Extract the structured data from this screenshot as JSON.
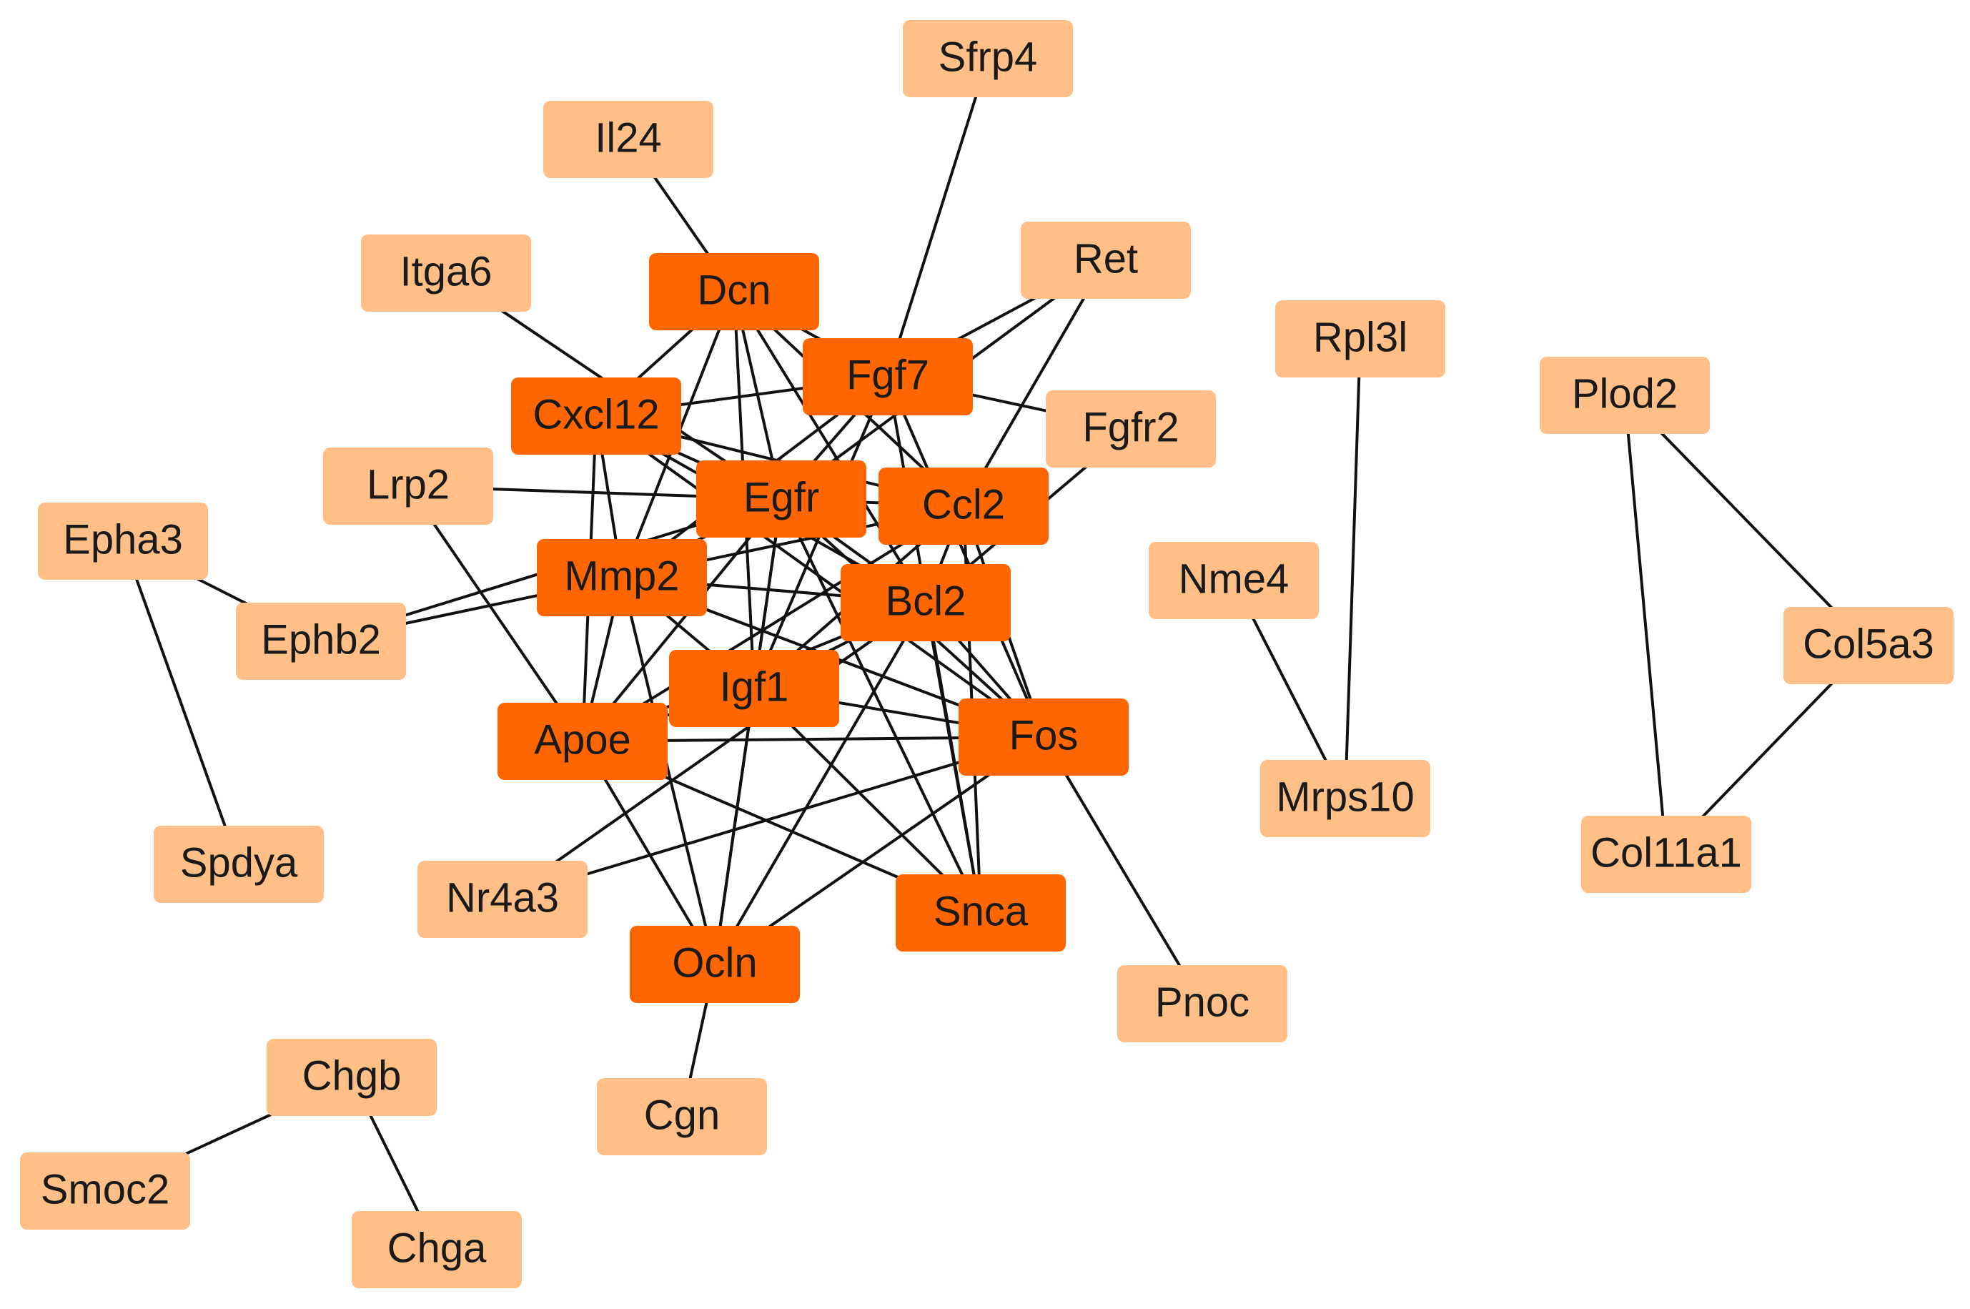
{
  "colors": {
    "hub": "#ff6600",
    "peripheral": "#ffbf86",
    "edge": "#111111",
    "text": "#1a1a1a"
  },
  "nodes": [
    {
      "id": "Sfrp4",
      "label": "Sfrp4",
      "type": "peripheral"
    },
    {
      "id": "Il24",
      "label": "Il24",
      "type": "peripheral"
    },
    {
      "id": "Ret",
      "label": "Ret",
      "type": "peripheral"
    },
    {
      "id": "Itga6",
      "label": "Itga6",
      "type": "peripheral"
    },
    {
      "id": "Dcn",
      "label": "Dcn",
      "type": "hub"
    },
    {
      "id": "Fgf7",
      "label": "Fgf7",
      "type": "hub"
    },
    {
      "id": "Rpl3l",
      "label": "Rpl3l",
      "type": "peripheral"
    },
    {
      "id": "Plod2",
      "label": "Plod2",
      "type": "peripheral"
    },
    {
      "id": "Cxcl12",
      "label": "Cxcl12",
      "type": "hub"
    },
    {
      "id": "Fgfr2",
      "label": "Fgfr2",
      "type": "peripheral"
    },
    {
      "id": "Lrp2",
      "label": "Lrp2",
      "type": "peripheral"
    },
    {
      "id": "Egfr",
      "label": "Egfr",
      "type": "hub"
    },
    {
      "id": "Ccl2",
      "label": "Ccl2",
      "type": "hub"
    },
    {
      "id": "Epha3",
      "label": "Epha3",
      "type": "peripheral"
    },
    {
      "id": "Mmp2",
      "label": "Mmp2",
      "type": "hub"
    },
    {
      "id": "Nme4",
      "label": "Nme4",
      "type": "peripheral"
    },
    {
      "id": "Bcl2",
      "label": "Bcl2",
      "type": "hub"
    },
    {
      "id": "Ephb2",
      "label": "Ephb2",
      "type": "peripheral"
    },
    {
      "id": "Col5a3",
      "label": "Col5a3",
      "type": "peripheral"
    },
    {
      "id": "Igf1",
      "label": "Igf1",
      "type": "hub"
    },
    {
      "id": "Apoe",
      "label": "Apoe",
      "type": "hub"
    },
    {
      "id": "Fos",
      "label": "Fos",
      "type": "hub"
    },
    {
      "id": "Mrps10",
      "label": "Mrps10",
      "type": "peripheral"
    },
    {
      "id": "Spdya",
      "label": "Spdya",
      "type": "peripheral"
    },
    {
      "id": "Col11a1",
      "label": "Col11a1",
      "type": "peripheral"
    },
    {
      "id": "Nr4a3",
      "label": "Nr4a3",
      "type": "peripheral"
    },
    {
      "id": "Snca",
      "label": "Snca",
      "type": "hub"
    },
    {
      "id": "Ocln",
      "label": "Ocln",
      "type": "hub"
    },
    {
      "id": "Pnoc",
      "label": "Pnoc",
      "type": "peripheral"
    },
    {
      "id": "Chgb",
      "label": "Chgb",
      "type": "peripheral"
    },
    {
      "id": "Cgn",
      "label": "Cgn",
      "type": "peripheral"
    },
    {
      "id": "Smoc2",
      "label": "Smoc2",
      "type": "peripheral"
    },
    {
      "id": "Chga",
      "label": "Chga",
      "type": "peripheral"
    }
  ],
  "edges": [
    [
      "Sfrp4",
      "Fgf7"
    ],
    [
      "Il24",
      "Dcn"
    ],
    [
      "Itga6",
      "Egfr"
    ],
    [
      "Ret",
      "Fgf7"
    ],
    [
      "Ret",
      "Egfr"
    ],
    [
      "Ret",
      "Ccl2"
    ],
    [
      "Fgfr2",
      "Fgf7"
    ],
    [
      "Fgfr2",
      "Bcl2"
    ],
    [
      "Lrp2",
      "Egfr"
    ],
    [
      "Lrp2",
      "Apoe"
    ],
    [
      "Epha3",
      "Ephb2"
    ],
    [
      "Epha3",
      "Spdya"
    ],
    [
      "Ephb2",
      "Mmp2"
    ],
    [
      "Ephb2",
      "Egfr"
    ],
    [
      "Dcn",
      "Fgf7"
    ],
    [
      "Dcn",
      "Cxcl12"
    ],
    [
      "Dcn",
      "Egfr"
    ],
    [
      "Dcn",
      "Ccl2"
    ],
    [
      "Dcn",
      "Mmp2"
    ],
    [
      "Dcn",
      "Igf1"
    ],
    [
      "Dcn",
      "Bcl2"
    ],
    [
      "Fgf7",
      "Cxcl12"
    ],
    [
      "Fgf7",
      "Egfr"
    ],
    [
      "Fgf7",
      "Mmp2"
    ],
    [
      "Fgf7",
      "Igf1"
    ],
    [
      "Fgf7",
      "Fos"
    ],
    [
      "Fgf7",
      "Snca"
    ],
    [
      "Cxcl12",
      "Egfr"
    ],
    [
      "Cxcl12",
      "Ccl2"
    ],
    [
      "Cxcl12",
      "Mmp2"
    ],
    [
      "Cxcl12",
      "Apoe"
    ],
    [
      "Cxcl12",
      "Fos"
    ],
    [
      "Cxcl12",
      "Bcl2"
    ],
    [
      "Egfr",
      "Ccl2"
    ],
    [
      "Egfr",
      "Mmp2"
    ],
    [
      "Egfr",
      "Bcl2"
    ],
    [
      "Egfr",
      "Igf1"
    ],
    [
      "Egfr",
      "Apoe"
    ],
    [
      "Egfr",
      "Fos"
    ],
    [
      "Egfr",
      "Ocln"
    ],
    [
      "Egfr",
      "Snca"
    ],
    [
      "Ccl2",
      "Mmp2"
    ],
    [
      "Ccl2",
      "Bcl2"
    ],
    [
      "Ccl2",
      "Fos"
    ],
    [
      "Ccl2",
      "Apoe"
    ],
    [
      "Ccl2",
      "Igf1"
    ],
    [
      "Ccl2",
      "Snca"
    ],
    [
      "Mmp2",
      "Bcl2"
    ],
    [
      "Mmp2",
      "Igf1"
    ],
    [
      "Mmp2",
      "Apoe"
    ],
    [
      "Mmp2",
      "Fos"
    ],
    [
      "Mmp2",
      "Ocln"
    ],
    [
      "Bcl2",
      "Igf1"
    ],
    [
      "Bcl2",
      "Apoe"
    ],
    [
      "Bcl2",
      "Fos"
    ],
    [
      "Bcl2",
      "Ocln"
    ],
    [
      "Bcl2",
      "Snca"
    ],
    [
      "Igf1",
      "Apoe"
    ],
    [
      "Igf1",
      "Fos"
    ],
    [
      "Igf1",
      "Ocln"
    ],
    [
      "Igf1",
      "Snca"
    ],
    [
      "Apoe",
      "Fos"
    ],
    [
      "Apoe",
      "Ocln"
    ],
    [
      "Apoe",
      "Snca"
    ],
    [
      "Fos",
      "Nr4a3"
    ],
    [
      "Fos",
      "Ocln"
    ],
    [
      "Fos",
      "Pnoc"
    ],
    [
      "Nr4a3",
      "Bcl2"
    ],
    [
      "Ocln",
      "Cgn"
    ],
    [
      "Rpl3l",
      "Mrps10"
    ],
    [
      "Nme4",
      "Mrps10"
    ],
    [
      "Plod2",
      "Col5a3"
    ],
    [
      "Plod2",
      "Col11a1"
    ],
    [
      "Col5a3",
      "Col11a1"
    ],
    [
      "Chgb",
      "Smoc2"
    ],
    [
      "Chgb",
      "Chga"
    ]
  ]
}
